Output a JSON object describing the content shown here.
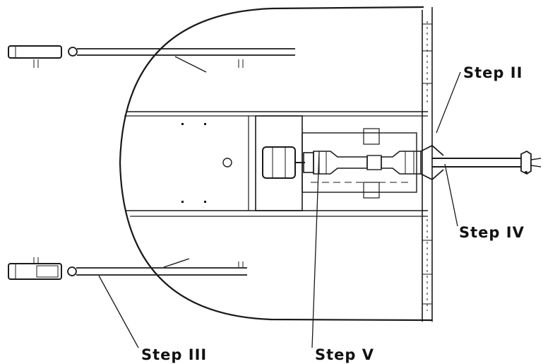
{
  "labels": {
    "step2": "Step II",
    "step3": "Step III",
    "step4": "Step IV",
    "step5": "Step V"
  },
  "colors": {
    "line": "#1a1a1a",
    "background": "#ffffff"
  }
}
